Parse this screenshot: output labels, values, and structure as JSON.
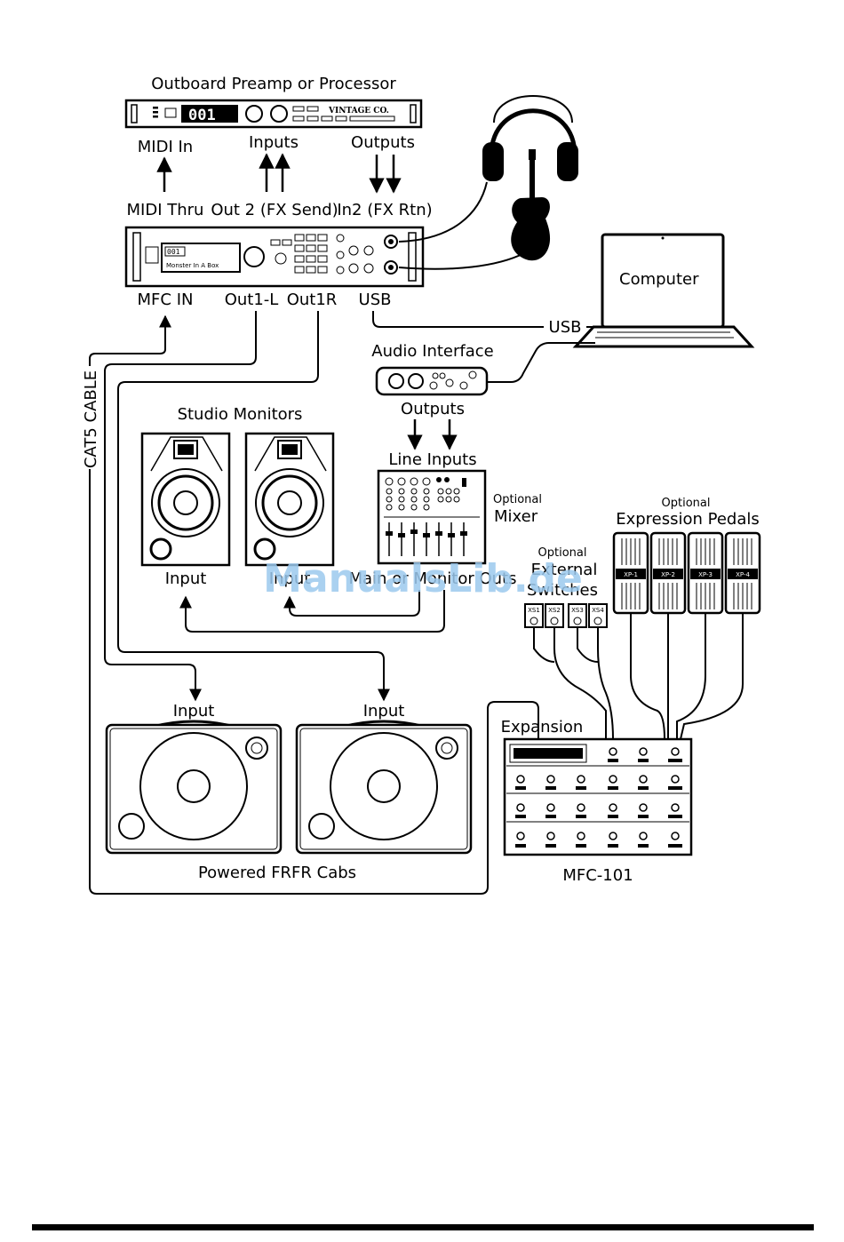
{
  "devices": {
    "outboard": {
      "title": "Outboard Preamp or Processor",
      "display": "001",
      "brand": "VINTAGE CO."
    },
    "axefx": {
      "display_line1": "001",
      "display_line2": "Monster In A Box"
    },
    "audio_interface": {
      "title": "Audio Interface"
    },
    "studio_monitors": {
      "title": "Studio Monitors"
    },
    "mixer": {
      "optional": "Optional",
      "title": "Mixer"
    },
    "expression_pedals": {
      "optional": "Optional",
      "title": "Expression Pedals",
      "pedals": [
        "XP-1",
        "XP-2",
        "XP-3",
        "XP-4"
      ]
    },
    "external_switches": {
      "optional": "Optional",
      "title_line1": "External",
      "title_line2": "Switches",
      "switches": [
        "XS1",
        "XS2",
        "XS3",
        "XS4"
      ]
    },
    "computer": {
      "title": "Computer"
    },
    "frfr": {
      "title": "Powered FRFR Cabs"
    },
    "mfc": {
      "title": "MFC-101"
    }
  },
  "labels": {
    "midi_in": "MIDI In",
    "inputs": "Inputs",
    "outputs": "Outputs",
    "midi_thru": "MIDI Thru",
    "out2": "Out 2 (FX Send)",
    "in2": "In2 (FX Rtn)",
    "mfc_in": "MFC IN",
    "out1l": "Out1-L",
    "out1r": "Out1R",
    "usb": "USB",
    "usb_cable": "USB",
    "cat5": "CAT5 CABLE",
    "ai_outputs": "Outputs",
    "line_inputs": "Line Inputs",
    "monitor_input_left": "Input",
    "monitor_input_right": "Input",
    "main_monitor_outs": "Main or Monitor Outs",
    "frfr_input_left": "Input",
    "frfr_input_right": "Input",
    "expansion": "Expansion"
  },
  "watermark": "ManualsLib.de"
}
